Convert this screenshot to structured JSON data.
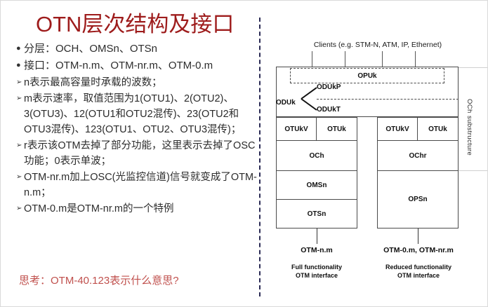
{
  "slide": {
    "title": "OTN层次结构及接口",
    "title_color": "#9e1c1c",
    "accent_color": "#c0504d",
    "divider_color": "#2b2b55"
  },
  "bullets": [
    {
      "marker": "●",
      "type": "dot",
      "text": "分层：OCH、OMSn、OTSn"
    },
    {
      "marker": "●",
      "type": "dot",
      "text": "接口：OTM-n.m、OTM-nr.m、OTM-0.m"
    },
    {
      "marker": "➢",
      "type": "arrow",
      "text": "n表示最高容量时承载的波数；"
    },
    {
      "marker": "➢",
      "type": "arrow",
      "text": "m表示速率，取值范围为1(OTU1)、2(OTU2)、3(OTU3)、12(OTU1和OTU2混传)、23(OTU2和OTU3混传)、123(OTU1、OTU2、OTU3混传)；"
    },
    {
      "marker": "➢",
      "type": "arrow",
      "text": "r表示该OTM去掉了部分功能，这里表示去掉了OSC功能；0表示单波；"
    },
    {
      "marker": "➢",
      "type": "arrow",
      "text": "OTM-nr.m加上OSC(光监控信道)信号就变成了OTM-n.m；"
    },
    {
      "marker": "➢",
      "type": "arrow",
      "text": "OTM-0.m是OTM-nr.m的一个特例"
    }
  ],
  "think": "思考：OTM-40.123表示什么意思?",
  "diagram": {
    "clients_label": "Clients (e.g. STM-N, ATM, IP, Ethernet)",
    "opuk": "OPUk",
    "oduk": "ODUk",
    "odukp": "ODUkP",
    "odukt": "ODUkT",
    "left_stack": {
      "otukv": "OTUkV",
      "otuk": "OTUk",
      "och": "OCh",
      "omsn": "OMSn",
      "otsn": "OTSn"
    },
    "right_stack": {
      "otukv": "OTUkV",
      "otuk": "OTUk",
      "ochr": "OChr",
      "opsn": "OPSn"
    },
    "och_substructure_line1": "OCh",
    "och_substructure_line2": "substructure",
    "left_interface": {
      "name": "OTM-n.m",
      "desc_line1": "Full functionality",
      "desc_line2": "OTM interface"
    },
    "right_interface": {
      "name": "OTM-0.m, OTM-nr.m",
      "desc_line1": "Reduced functionality",
      "desc_line2": "OTM interface"
    }
  }
}
